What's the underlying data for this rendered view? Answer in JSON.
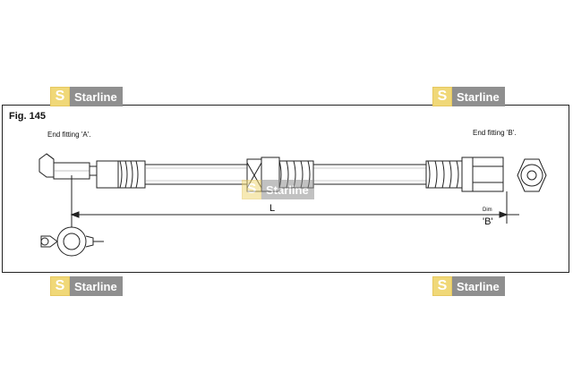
{
  "figure": {
    "label": "Fig. 145",
    "fitting_a_label": "End fitting 'A'.",
    "fitting_b_label": "End fitting 'B'.",
    "dimension_l": "L",
    "dimension_dim": "Dim",
    "dimension_b": "'B'"
  },
  "watermark": {
    "brand_initial": "S",
    "brand_name": "Starline",
    "colors": {
      "initial_bg": "#f0d878",
      "name_bg": "#8f8f8f"
    }
  },
  "drawing_colors": {
    "line": "#222222"
  }
}
